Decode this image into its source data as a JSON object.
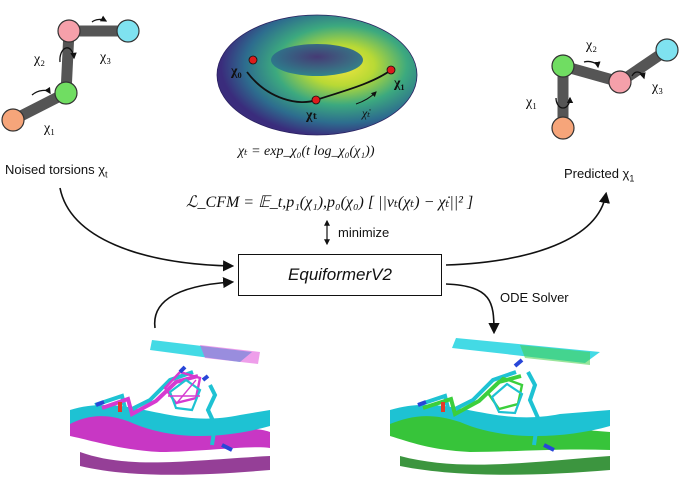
{
  "colors": {
    "chi_start_node": "#f6a57a",
    "chi_mid_node": "#70dd62",
    "chi_pink_node": "#f5a0aa",
    "chi_end_node": "#7fe2f0",
    "bond": "#555555",
    "torus_edge": "#3b2a7a",
    "torus_yellow": "#f2e33a",
    "path_point": "#dd1b1b"
  },
  "left_fragment": {
    "chi1": "χ₁",
    "chi2": "χ₂",
    "chi3": "χ₃",
    "caption_text": "Noised torsions χ",
    "caption_sub": "t"
  },
  "right_fragment": {
    "chi1": "χ₁",
    "chi2": "χ₂",
    "chi3": "χ₃",
    "caption_text": "Predicted χ",
    "caption_sub": "1"
  },
  "torus": {
    "label_chi0": "χ₀",
    "label_chi1": "χ₁",
    "label_chit": "χₜ",
    "label_velocity": "χ̇ₜ",
    "formula": "χₜ = exp_χ₀(t log_χ₀(χ₁))"
  },
  "loss": {
    "formula": "ℒ_CFM = 𝔼_t,p₁(χ₁),p₀(χ₀) [ ||vₜ(χₜ) − χ̇ₜ||² ]",
    "minimize_label": "minimize"
  },
  "model": {
    "name": "EquiformerV2"
  },
  "ode": {
    "label": "ODE Solver"
  },
  "structures": {
    "left_colors": [
      "#00c8d7",
      "#d63ad0"
    ],
    "right_colors": [
      "#00c8d7",
      "#3ccf3c"
    ]
  }
}
